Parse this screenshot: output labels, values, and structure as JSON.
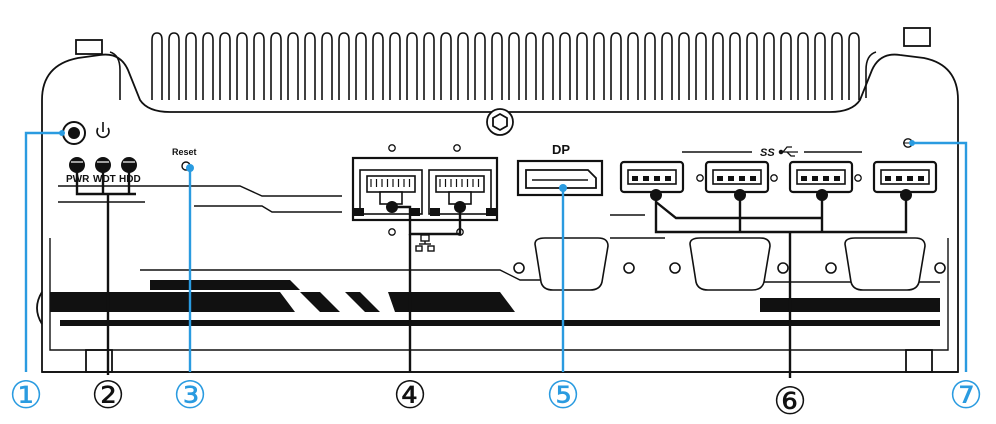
{
  "panel_labels": {
    "pwr": "PWR",
    "wdt": "WDT",
    "hdd": "HDD",
    "reset": "Reset",
    "dp": "DP",
    "usb_logo": "SS"
  },
  "callouts": [
    {
      "number": "①",
      "color": "#2a9be0"
    },
    {
      "number": "②",
      "color": "#111111"
    },
    {
      "number": "③",
      "color": "#2a9be0"
    },
    {
      "number": "④",
      "color": "#111111"
    },
    {
      "number": "⑤",
      "color": "#2a9be0"
    },
    {
      "number": "⑥",
      "color": "#111111"
    },
    {
      "number": "⑦",
      "color": "#2a9be0"
    }
  ],
  "colors": {
    "accent": "#2a9be0",
    "line": "#111111",
    "background": "#ffffff"
  },
  "icons": [
    "power-icon",
    "network-icon",
    "usb-superspeed-icon"
  ]
}
